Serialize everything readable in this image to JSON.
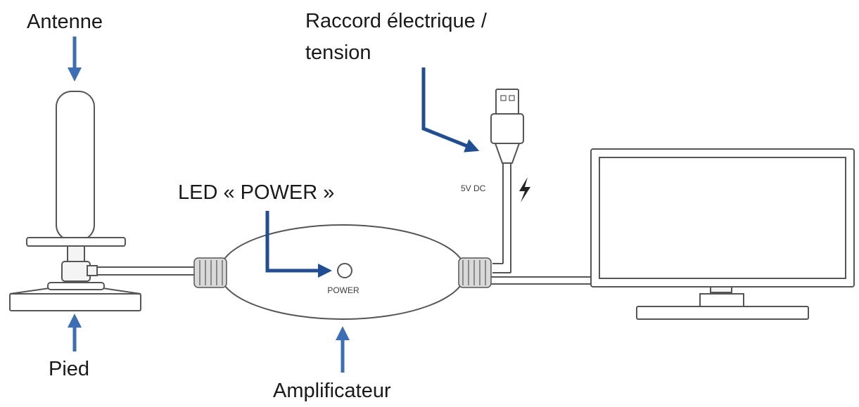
{
  "labels": {
    "antenne": "Antenne",
    "raccord_line1": "Raccord électrique /",
    "raccord_line2": "tension",
    "led": "LED « POWER »",
    "pied": "Pied",
    "amplificateur": "Amplificateur"
  },
  "device_text": {
    "power": "POWER",
    "voltage": "5V DC"
  },
  "icons": {
    "lightning": "lightning-bolt-icon"
  },
  "colors": {
    "arrow": "#3a6fb7",
    "arrow_dark": "#1f4e96",
    "outline": "#555555"
  }
}
